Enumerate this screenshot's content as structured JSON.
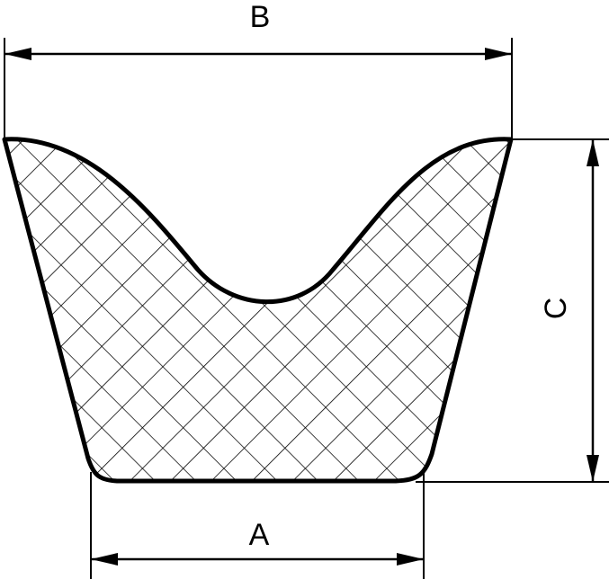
{
  "diagram": {
    "labels": {
      "top_width": "B",
      "height": "C",
      "bottom_width": "A"
    },
    "colors": {
      "line": "#000000",
      "background": "#ffffff"
    }
  }
}
